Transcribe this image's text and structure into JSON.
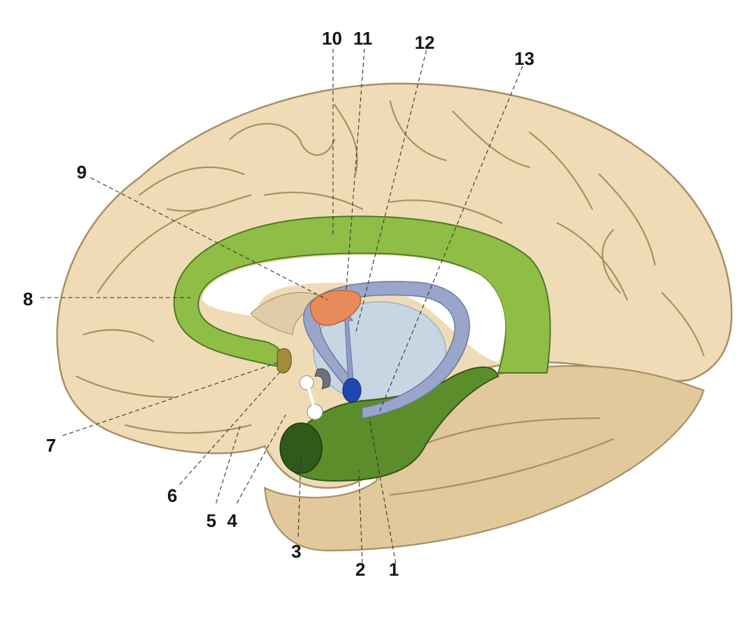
{
  "labels": [
    {
      "id": "1",
      "text": "1"
    },
    {
      "id": "2",
      "text": "2"
    },
    {
      "id": "3",
      "text": "3"
    },
    {
      "id": "4",
      "text": "4"
    },
    {
      "id": "5",
      "text": "5"
    },
    {
      "id": "6",
      "text": "6"
    },
    {
      "id": "7",
      "text": "7"
    },
    {
      "id": "8",
      "text": "8"
    },
    {
      "id": "9",
      "text": "9"
    },
    {
      "id": "10",
      "text": "10"
    },
    {
      "id": "11",
      "text": "11"
    },
    {
      "id": "12",
      "text": "12"
    },
    {
      "id": "13",
      "text": "13"
    }
  ],
  "colors": {
    "background": "#ffffff",
    "cortex": "#efdcb6",
    "cortex_outline": "#a88f66",
    "limbic_green": "#8fbd46",
    "limbic_dark_green": "#4d7e22",
    "amygdala": "#2f5a1a",
    "fornix": "#9aa6c9",
    "thalamus": "#c7d6e3",
    "mammillary": "#1f46b0",
    "anterior_nucleus": "#e88a5a",
    "ventricle": "#ffffff"
  }
}
